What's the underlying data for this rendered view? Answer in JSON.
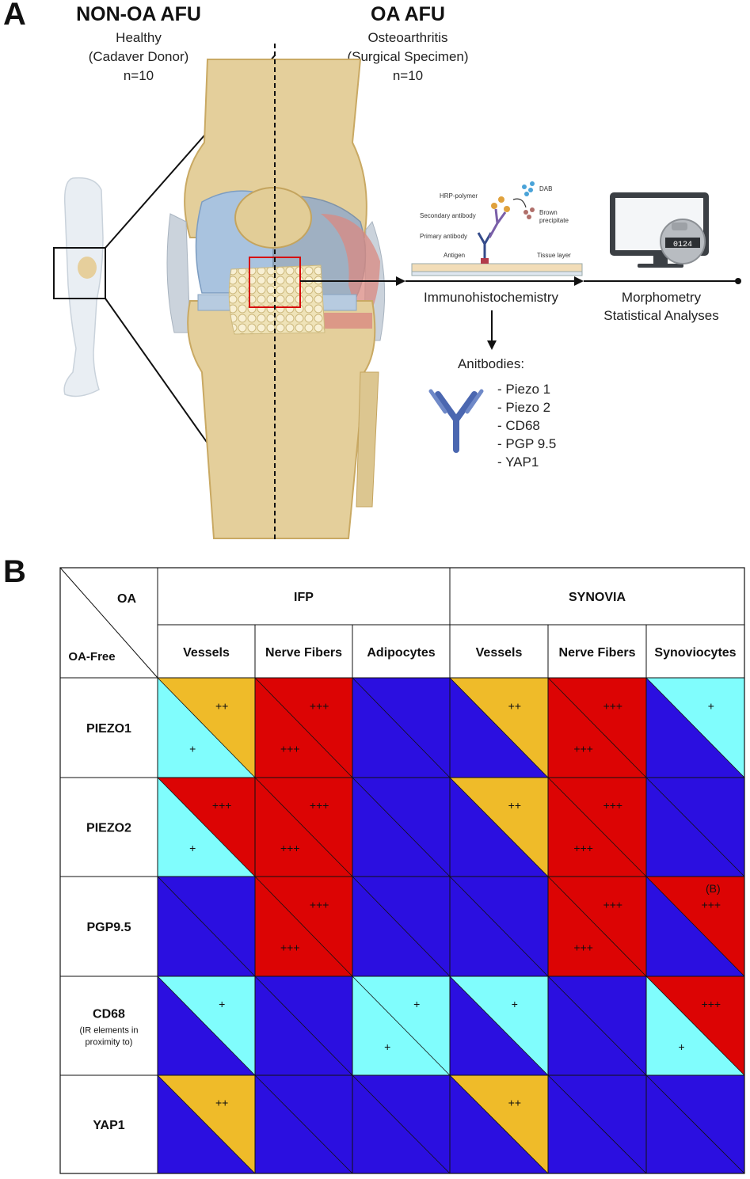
{
  "panel_a": {
    "letter": "A",
    "left_group": {
      "title": "NON-OA AFU",
      "line1": "Healthy",
      "line2": "(Cadaver Donor)",
      "line3": "n=10"
    },
    "right_group": {
      "title": "OA AFU",
      "line1": "Osteoarthritis",
      "line2": "(Surgical Specimen)",
      "line3": "n=10"
    },
    "ihc_labels": {
      "hrp": "HRP-polymer",
      "dab": "DAB",
      "secondary": "Secondary antibody",
      "brown": "Brown",
      "precipitate": "precipitate",
      "primary": "Primary antibody",
      "antigen": "Antigen",
      "tissue": "Tissue layer"
    },
    "step_ihc": "Immunohistochemistry",
    "step_morph_1": "Morphometry",
    "step_morph_2": "Statistical Analyses",
    "counter_value": "0124",
    "antibodies_title": "Anitbodies:",
    "antibodies": [
      "- Piezo 1",
      "- Piezo 2",
      "- CD68",
      "- PGP 9.5",
      "- YAP1"
    ]
  },
  "panel_b": {
    "letter": "B",
    "corner_top": "OA",
    "corner_bottom": "OA-Free",
    "groups": [
      "IFP",
      "SYNOVIA"
    ],
    "columns": [
      "Vessels",
      "Nerve Fibers",
      "Adipocytes",
      "Vessels",
      "Nerve Fibers",
      "Synoviocytes"
    ],
    "rows": [
      {
        "label": "PIEZO1",
        "note1": "",
        "note2": ""
      },
      {
        "label": "PIEZO2",
        "note1": "",
        "note2": ""
      },
      {
        "label": "PGP9.5",
        "note1": "",
        "note2": ""
      },
      {
        "label": "CD68",
        "note1": "(IR elements in",
        "note2": "proximity to)"
      },
      {
        "label": "YAP1",
        "note1": "",
        "note2": ""
      }
    ],
    "colors": {
      "none": "#2b0fe0",
      "plus": "#80fdfd",
      "plusplus": "#efbb29",
      "plusplusplus": "#dc0404"
    },
    "cells": [
      [
        {
          "oa": "++",
          "free": "+"
        },
        {
          "oa": "+++",
          "free": "+++"
        },
        {
          "oa": "",
          "free": ""
        },
        {
          "oa": "++",
          "free": ""
        },
        {
          "oa": "+++",
          "free": "+++"
        },
        {
          "oa": "+",
          "free": ""
        }
      ],
      [
        {
          "oa": "+++",
          "free": "+"
        },
        {
          "oa": "+++",
          "free": "+++"
        },
        {
          "oa": "",
          "free": ""
        },
        {
          "oa": "++",
          "free": ""
        },
        {
          "oa": "+++",
          "free": "+++"
        },
        {
          "oa": "",
          "free": ""
        }
      ],
      [
        {
          "oa": "",
          "free": ""
        },
        {
          "oa": "+++",
          "free": "+++"
        },
        {
          "oa": "",
          "free": ""
        },
        {
          "oa": "",
          "free": ""
        },
        {
          "oa": "+++",
          "free": "+++"
        },
        {
          "oa": "+++",
          "free": "",
          "note": "(B)"
        }
      ],
      [
        {
          "oa": "+",
          "free": ""
        },
        {
          "oa": "",
          "free": ""
        },
        {
          "oa": "+",
          "free": "+"
        },
        {
          "oa": "+",
          "free": ""
        },
        {
          "oa": "",
          "free": ""
        },
        {
          "oa": "+++",
          "free": "+"
        }
      ],
      [
        {
          "oa": "++",
          "free": ""
        },
        {
          "oa": "",
          "free": ""
        },
        {
          "oa": "",
          "free": ""
        },
        {
          "oa": "++",
          "free": ""
        },
        {
          "oa": "",
          "free": ""
        },
        {
          "oa": "",
          "free": ""
        }
      ]
    ]
  }
}
